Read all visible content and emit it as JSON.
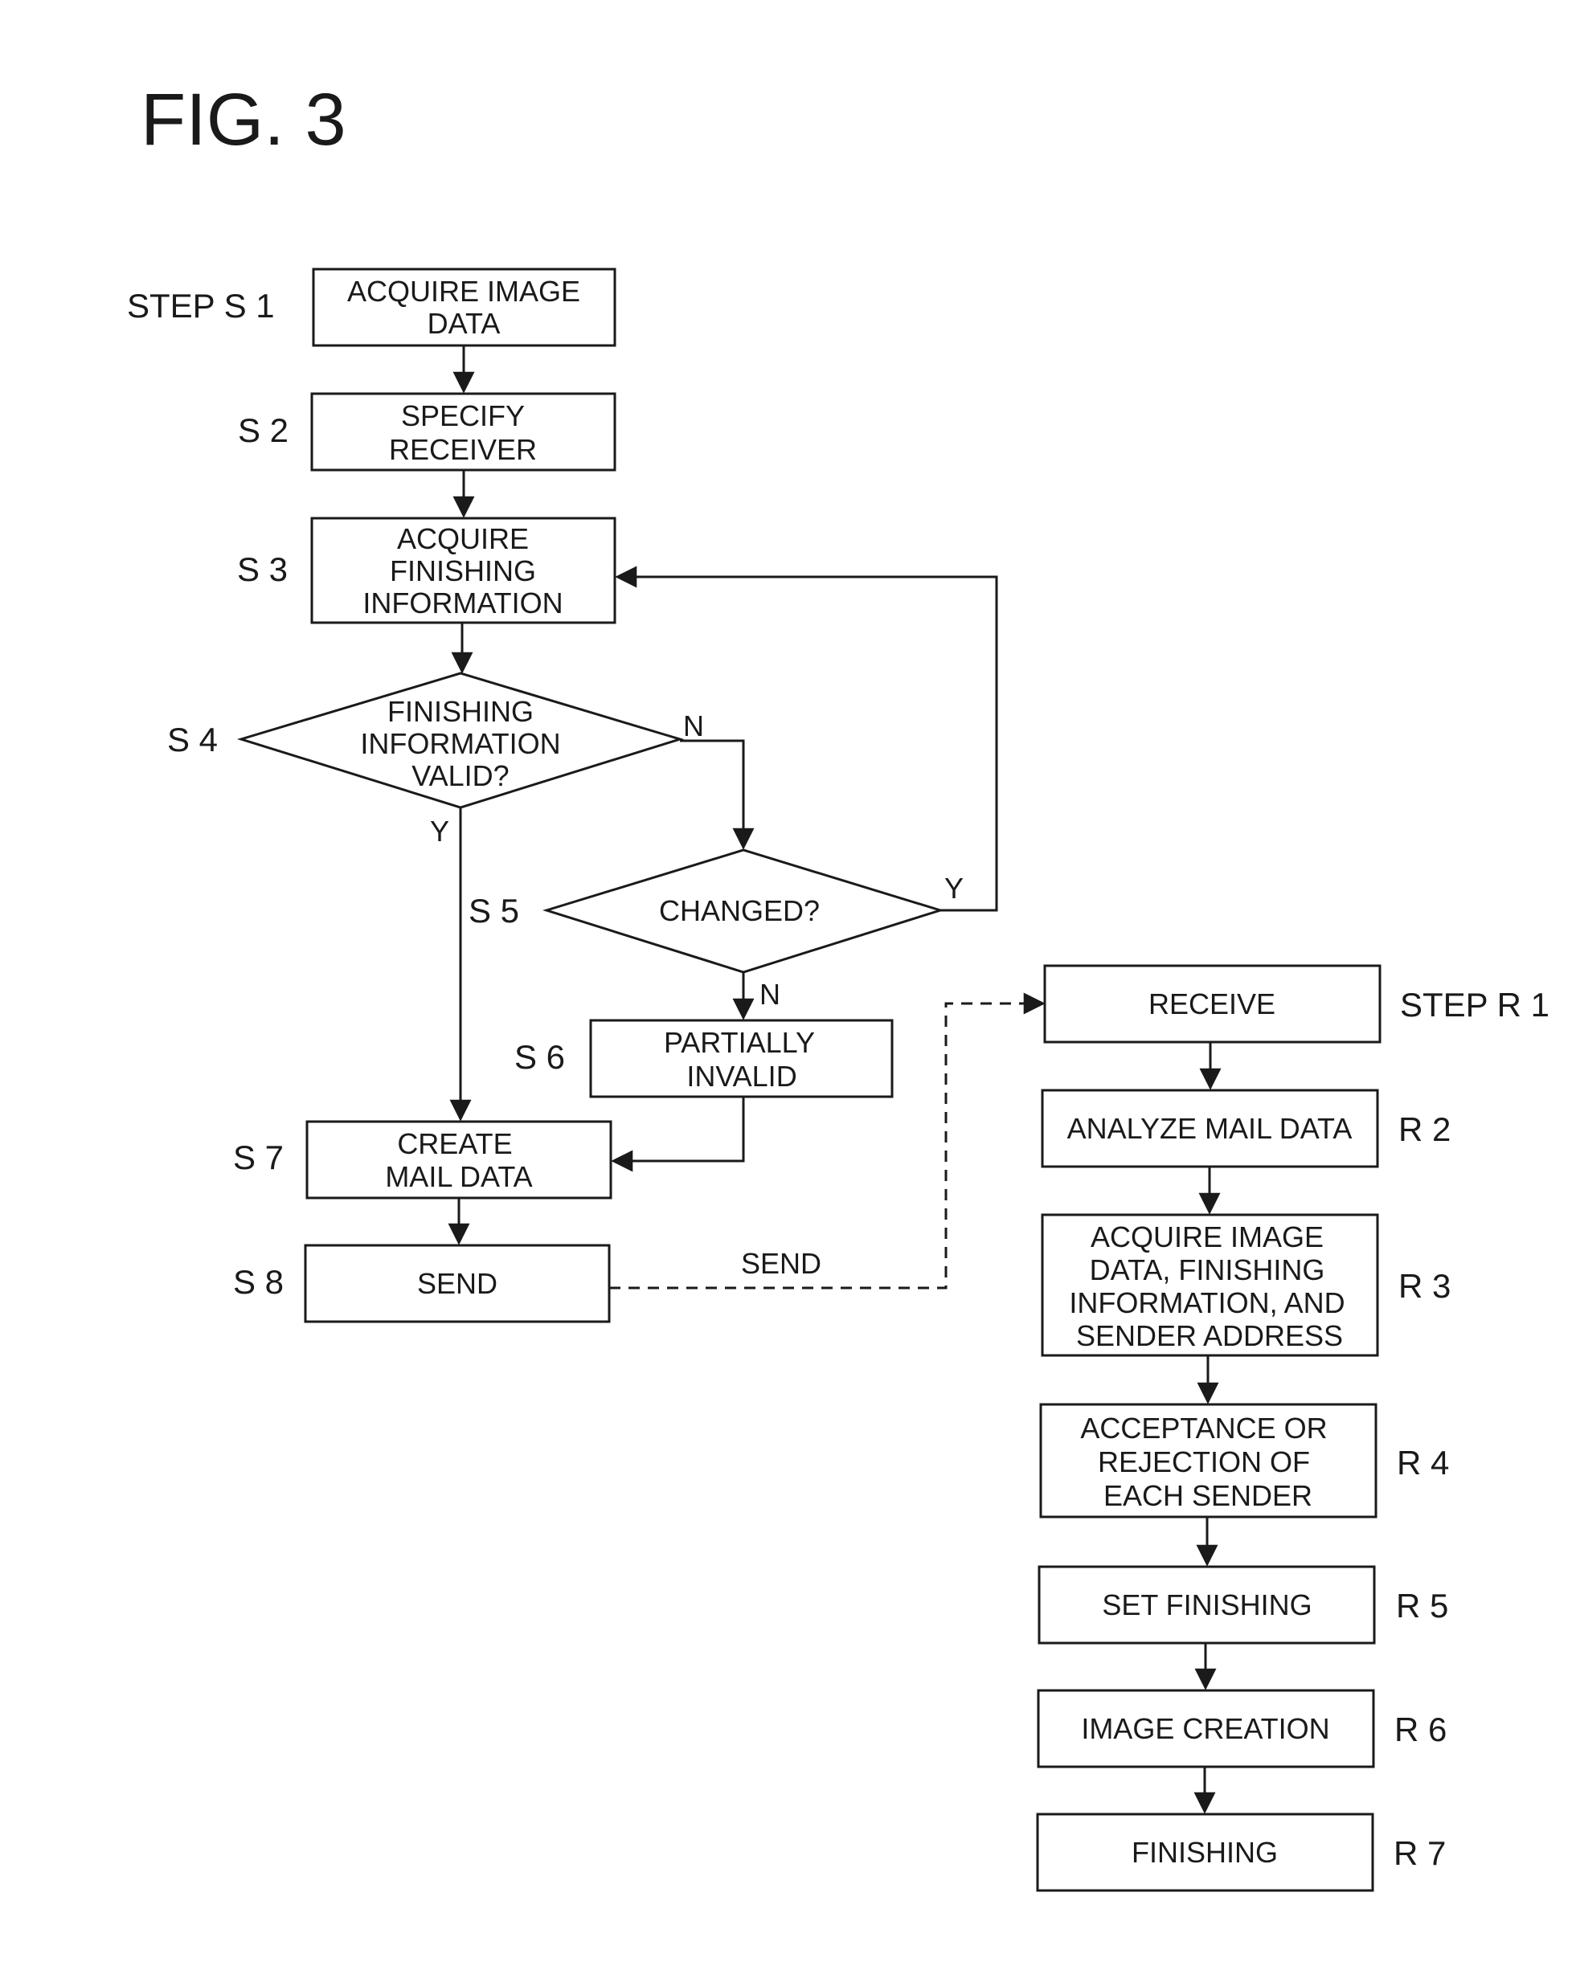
{
  "figure_title": "FIG. 3",
  "sender": {
    "s1": {
      "label": "STEP  S 1",
      "lines": [
        "ACQUIRE IMAGE",
        "DATA"
      ]
    },
    "s2": {
      "label": "S 2",
      "lines": [
        "SPECIFY",
        "RECEIVER"
      ]
    },
    "s3": {
      "label": "S 3",
      "lines": [
        "ACQUIRE",
        "FINISHING",
        "INFORMATION"
      ]
    },
    "s4": {
      "label": "S 4",
      "lines": [
        "FINISHING",
        "INFORMATION",
        "VALID?"
      ]
    },
    "s5": {
      "label": "S 5",
      "lines": [
        "CHANGED?"
      ]
    },
    "s6": {
      "label": "S 6",
      "lines": [
        "PARTIALLY",
        "INVALID"
      ]
    },
    "s7": {
      "label": "S 7",
      "lines": [
        "CREATE",
        "MAIL DATA"
      ]
    },
    "s8": {
      "label": "S 8",
      "lines": [
        "SEND"
      ]
    }
  },
  "branch_labels": {
    "s4_no": "N",
    "s4_yes": "Y",
    "s5_yes": "Y",
    "s5_no": "N"
  },
  "transmission_label": "SEND",
  "receiver": {
    "r1": {
      "label": "STEP  R 1",
      "lines": [
        "RECEIVE"
      ]
    },
    "r2": {
      "label": "R 2",
      "lines": [
        "ANALYZE MAIL DATA"
      ]
    },
    "r3": {
      "label": "R 3",
      "lines": [
        "ACQUIRE IMAGE",
        "DATA, FINISHING",
        "INFORMATION, AND",
        "SENDER ADDRESS"
      ]
    },
    "r4": {
      "label": "R 4",
      "lines": [
        "ACCEPTANCE OR",
        "REJECTION OF",
        "EACH SENDER"
      ]
    },
    "r5": {
      "label": "R 5",
      "lines": [
        "SET FINISHING"
      ]
    },
    "r6": {
      "label": "R 6",
      "lines": [
        "IMAGE CREATION"
      ]
    },
    "r7": {
      "label": "R 7",
      "lines": [
        "FINISHING"
      ]
    }
  }
}
